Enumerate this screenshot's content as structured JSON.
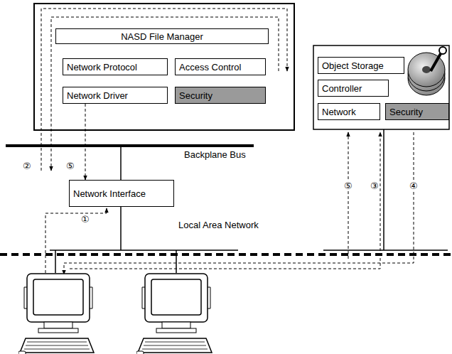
{
  "diagram": {
    "nodes": [
      {
        "text": [
          "NASD File Manager"
        ]
      },
      {
        "text": [
          "Network Protocol"
        ]
      },
      {
        "text": [
          "Access Control"
        ]
      },
      {
        "text": [
          "Network Driver"
        ]
      },
      {
        "text": [
          "Security"
        ]
      },
      {
        "text": [
          "Object Storage"
        ]
      },
      {
        "text": [
          "Controller"
        ]
      },
      {
        "text": [
          "Network"
        ]
      },
      {
        "text": [
          "Security"
        ]
      },
      {
        "text": [
          "Network Interface"
        ]
      }
    ],
    "edges": [
      {
        "from": 3,
        "to": 9,
        "arrow": "to"
      }
    ],
    "labels": [
      "Backplane Bus",
      "Local Area Network",
      "②",
      "⑤",
      "①",
      "⑤",
      "③",
      "④"
    ]
  }
}
